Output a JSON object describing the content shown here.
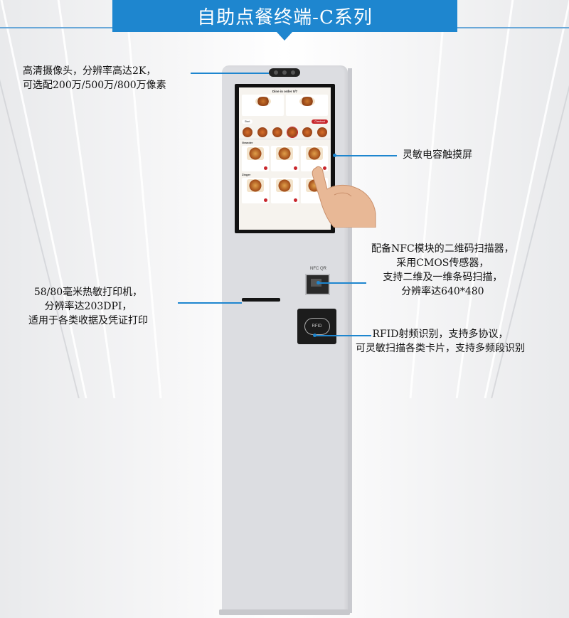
{
  "header": {
    "title": "自助点餐终端-C系列"
  },
  "callouts": {
    "camera": {
      "line1": "高清摄像头，分辨率高达2K，",
      "line2": "可选配200万/500万/800万像素"
    },
    "touch": {
      "line1": "灵敏电容触摸屏"
    },
    "scanner": {
      "line1": "配备NFC模块的二维码扫描器，",
      "line2": "采用CMOS传感器，",
      "line3": "支持二维及一维条码扫描，",
      "line4": "分辨率达640*480"
    },
    "printer": {
      "line1": "58/80毫米热敏打印机，",
      "line2": "分辨率达203DPI，",
      "line3": "适用于各类收据及凭证打印"
    },
    "rfid": {
      "line1": "RFID射频识别，支持多协议，",
      "line2": "可灵敏扫描各类卡片，支持多频段识别"
    }
  },
  "device": {
    "nfc_label": "NFC QR",
    "rfid_label": "RFID",
    "screen": {
      "title": "Dine in order 0/7",
      "start": "Start",
      "checkout": "Checkout",
      "section1": "Grander",
      "section2": "Zinger"
    }
  },
  "colors": {
    "accent": "#1e86cf",
    "kiosk": "#dcdde1"
  }
}
